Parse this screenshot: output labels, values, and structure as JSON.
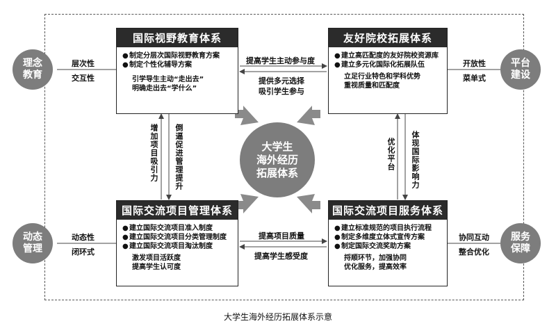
{
  "center": {
    "line1": "大学生",
    "line2": "海外经历",
    "line3": "拓展体系"
  },
  "boxes": {
    "top_left": {
      "title": "国际视野教育体系",
      "bullets": [
        "制定分层次国际视野教育方案",
        "制定个性化辅导方案"
      ],
      "notes": [
        "引学导生主动“走出去”",
        "明确走出去“学什么”"
      ]
    },
    "top_right": {
      "title": "友好院校拓展体系",
      "bullets": [
        "建立高匹配度的友好院校资源库",
        "建立多元化国际化拓展队伍"
      ],
      "notes": [
        "立足行业特色和学科优势",
        "重视质量和匹配度"
      ]
    },
    "bottom_left": {
      "title": "国际交流项目管理体系",
      "bullets": [
        "建立国际交流项目准入制度",
        "建立国际交流项目分类管理制度",
        "建立国际交流项目淘汰制度"
      ],
      "notes": [
        "激发项目活跃度",
        "提高学生认可度"
      ]
    },
    "bottom_right": {
      "title": "国际交流项目服务体系",
      "bullets": [
        "建立标准规范的项目执行流程",
        "制定多维度立体式宣传方案",
        "制定国际交流奖助方案"
      ],
      "notes": [
        "捋顺环节，加强协同",
        "优化服务，提高效率"
      ]
    }
  },
  "side_circles": {
    "left_top": {
      "line1": "理念",
      "line2": "教育"
    },
    "right_top": {
      "line1": "平台",
      "line2": "建设"
    },
    "left_bottom": {
      "line1": "动态",
      "line2": "管理"
    },
    "right_bottom": {
      "line1": "服务",
      "line2": "保障"
    }
  },
  "side_labels": {
    "left_top_1": "层次性",
    "left_top_2": "交互性",
    "right_top_1": "开放性",
    "right_top_2": "菜单式",
    "left_bottom_1": "动态性",
    "left_bottom_2": "闭环式",
    "right_bottom_1": "协同互动",
    "right_bottom_2": "整合优化"
  },
  "connectors": {
    "top_right_arrow": "提高学生主动参与度",
    "top_left_arrow_1": "提供多元选择",
    "top_left_arrow_2": "吸引学生参与",
    "bottom_right_arrow": "提高项目质量",
    "bottom_left_arrow": "提高学生感受度",
    "left_up": "增加项目吸引力",
    "left_down": "倒逼促进管理提升",
    "right_up": "优化平台",
    "right_down": "体现国际影响力"
  },
  "caption": "大学生海外经历拓展体系示意"
}
